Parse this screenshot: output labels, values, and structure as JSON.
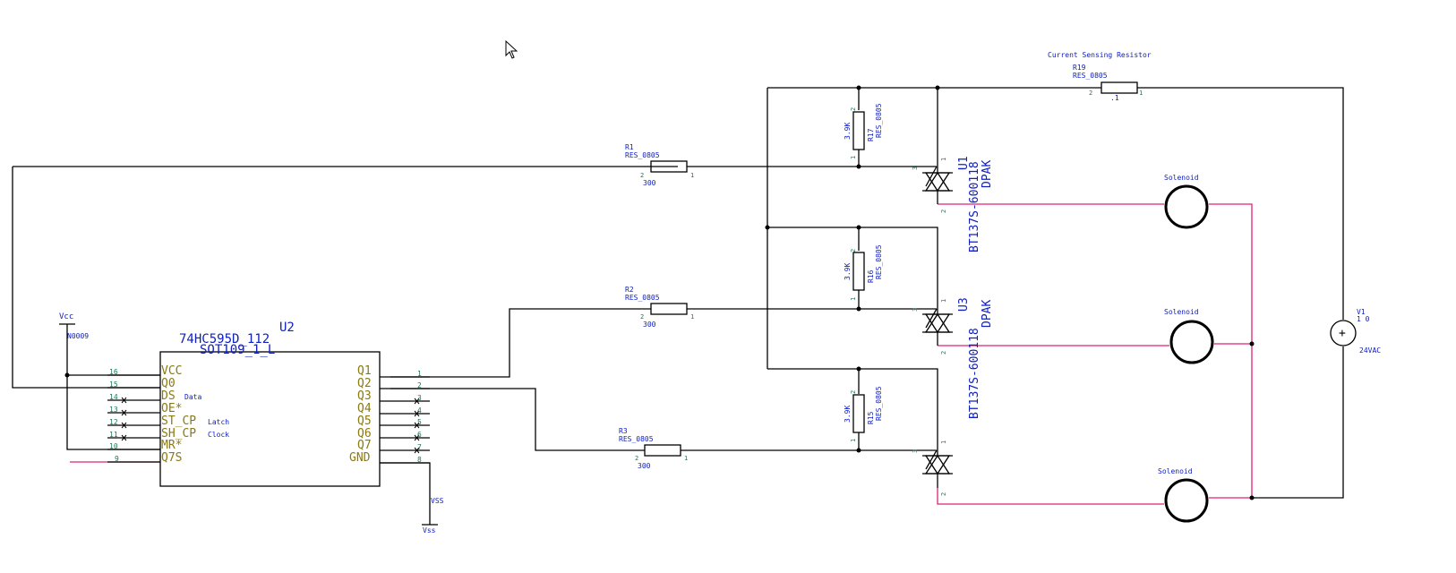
{
  "schematic": {
    "title_note": "Current Sensing Resistor",
    "shift_register": {
      "ref": "U2",
      "part": "74HC595D_112",
      "package": "SOT109_1_L",
      "left_pins": [
        {
          "num": "16",
          "name": "VCC",
          "note": ""
        },
        {
          "num": "15",
          "name": "Q0",
          "note": ""
        },
        {
          "num": "14",
          "name": "DS",
          "note": "Data"
        },
        {
          "num": "13",
          "name": "OE*",
          "note": ""
        },
        {
          "num": "12",
          "name": "ST_CP",
          "note": "Latch"
        },
        {
          "num": "11",
          "name": "SH_CP",
          "note": "Clock"
        },
        {
          "num": "10",
          "name": "MR*",
          "note": ""
        },
        {
          "num": "9",
          "name": "Q7S",
          "note": ""
        }
      ],
      "right_pins": [
        {
          "num": "1",
          "name": "Q1"
        },
        {
          "num": "2",
          "name": "Q2"
        },
        {
          "num": "3",
          "name": "Q3"
        },
        {
          "num": "4",
          "name": "Q4"
        },
        {
          "num": "5",
          "name": "Q5"
        },
        {
          "num": "6",
          "name": "Q6"
        },
        {
          "num": "7",
          "name": "Q7"
        },
        {
          "num": "8",
          "name": "GND"
        }
      ]
    },
    "power": {
      "vcc_label": "Vcc",
      "vcc_net": "N0009",
      "vss_label": "VSS",
      "vss_label2": "Vss"
    },
    "resistors": {
      "r1": {
        "ref": "R1",
        "footprint": "RES_0805",
        "value": "300",
        "pin1": "1",
        "pin2": "2"
      },
      "r2": {
        "ref": "R2",
        "footprint": "RES_0805",
        "value": "300",
        "pin1": "1",
        "pin2": "2"
      },
      "r3": {
        "ref": "R3",
        "footprint": "RES_0805",
        "value": "300",
        "pin1": "1",
        "pin2": "2"
      },
      "r17": {
        "ref": "R17",
        "footprint": "RES_0805",
        "value": "3.9K",
        "pin1": "1",
        "pin2": "2"
      },
      "r16": {
        "ref": "R16",
        "footprint": "RES_0805",
        "value": "3.9K",
        "pin1": "1",
        "pin2": "2"
      },
      "r15": {
        "ref": "R15",
        "footprint": "RES_0805",
        "value": "3.9K",
        "pin1": "1",
        "pin2": "2"
      },
      "r19": {
        "ref": "R19",
        "footprint": "RES_0805",
        "value": ".1",
        "pin1": "1",
        "pin2": "2"
      }
    },
    "triacs": {
      "u1": {
        "ref": "U1",
        "part": "BT137S-600118",
        "package": "DPAK"
      },
      "u3": {
        "ref": "U3",
        "part": "BT137S-600118",
        "package": "DPAK"
      }
    },
    "triac_pins": {
      "p1": "1",
      "p2": "2",
      "p3": "3"
    },
    "solenoid_label": "Solenoid",
    "source": {
      "ref": "V1",
      "value": "1 0",
      "rating": "24VAC",
      "plus": "+"
    },
    "colors": {
      "wire": "#000000",
      "load_wire": "#e0207a",
      "ref_text": "#1020c0",
      "ic_text": "#8a7a10",
      "pin_num": "#1a7a50"
    }
  }
}
